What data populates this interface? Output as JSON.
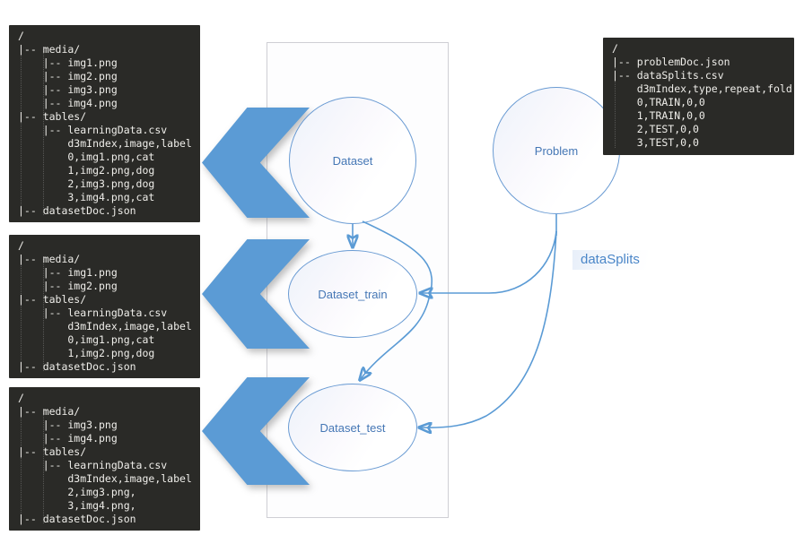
{
  "nodes": {
    "dataset": {
      "label": "Dataset"
    },
    "problem": {
      "label": "Problem"
    },
    "dataset_train": {
      "label": "Dataset_train"
    },
    "dataset_test": {
      "label": "Dataset_test"
    }
  },
  "edge_labels": {
    "data_splits": "dataSplits"
  },
  "file_trees": {
    "dataset_full": [
      "/",
      "|-- media/",
      "    |-- img1.png",
      "    |-- img2.png",
      "    |-- img3.png",
      "    |-- img4.png",
      "|-- tables/",
      "    |-- learningData.csv",
      "        d3mIndex,image,label",
      "        0,img1.png,cat",
      "        1,img2.png,dog",
      "        2,img3.png,dog",
      "        3,img4.png,cat",
      "|-- datasetDoc.json"
    ],
    "dataset_train": [
      "/",
      "|-- media/",
      "    |-- img1.png",
      "    |-- img2.png",
      "|-- tables/",
      "    |-- learningData.csv",
      "        d3mIndex,image,label",
      "        0,img1.png,cat",
      "        1,img2.png,dog",
      "|-- datasetDoc.json"
    ],
    "dataset_test": [
      "/",
      "|-- media/",
      "    |-- img3.png",
      "    |-- img4.png",
      "|-- tables/",
      "    |-- learningData.csv",
      "        d3mIndex,image,label",
      "        2,img3.png,",
      "        3,img4.png,",
      "|-- datasetDoc.json"
    ],
    "problem": [
      "/",
      "|-- problemDoc.json",
      "|-- dataSplits.csv",
      "    d3mIndex,type,repeat,fold",
      "    0,TRAIN,0,0",
      "    1,TRAIN,0,0",
      "    2,TEST,0,0",
      "    3,TEST,0,0"
    ]
  },
  "colors": {
    "accent": "#5b9bd5",
    "node-border": "#6a9bd3",
    "node-text": "#4577b5",
    "term-bg": "#2a2a27",
    "term-fg": "#efeeea",
    "rect-border": "#cfcfd4",
    "edge-label": "#4a86c8"
  }
}
